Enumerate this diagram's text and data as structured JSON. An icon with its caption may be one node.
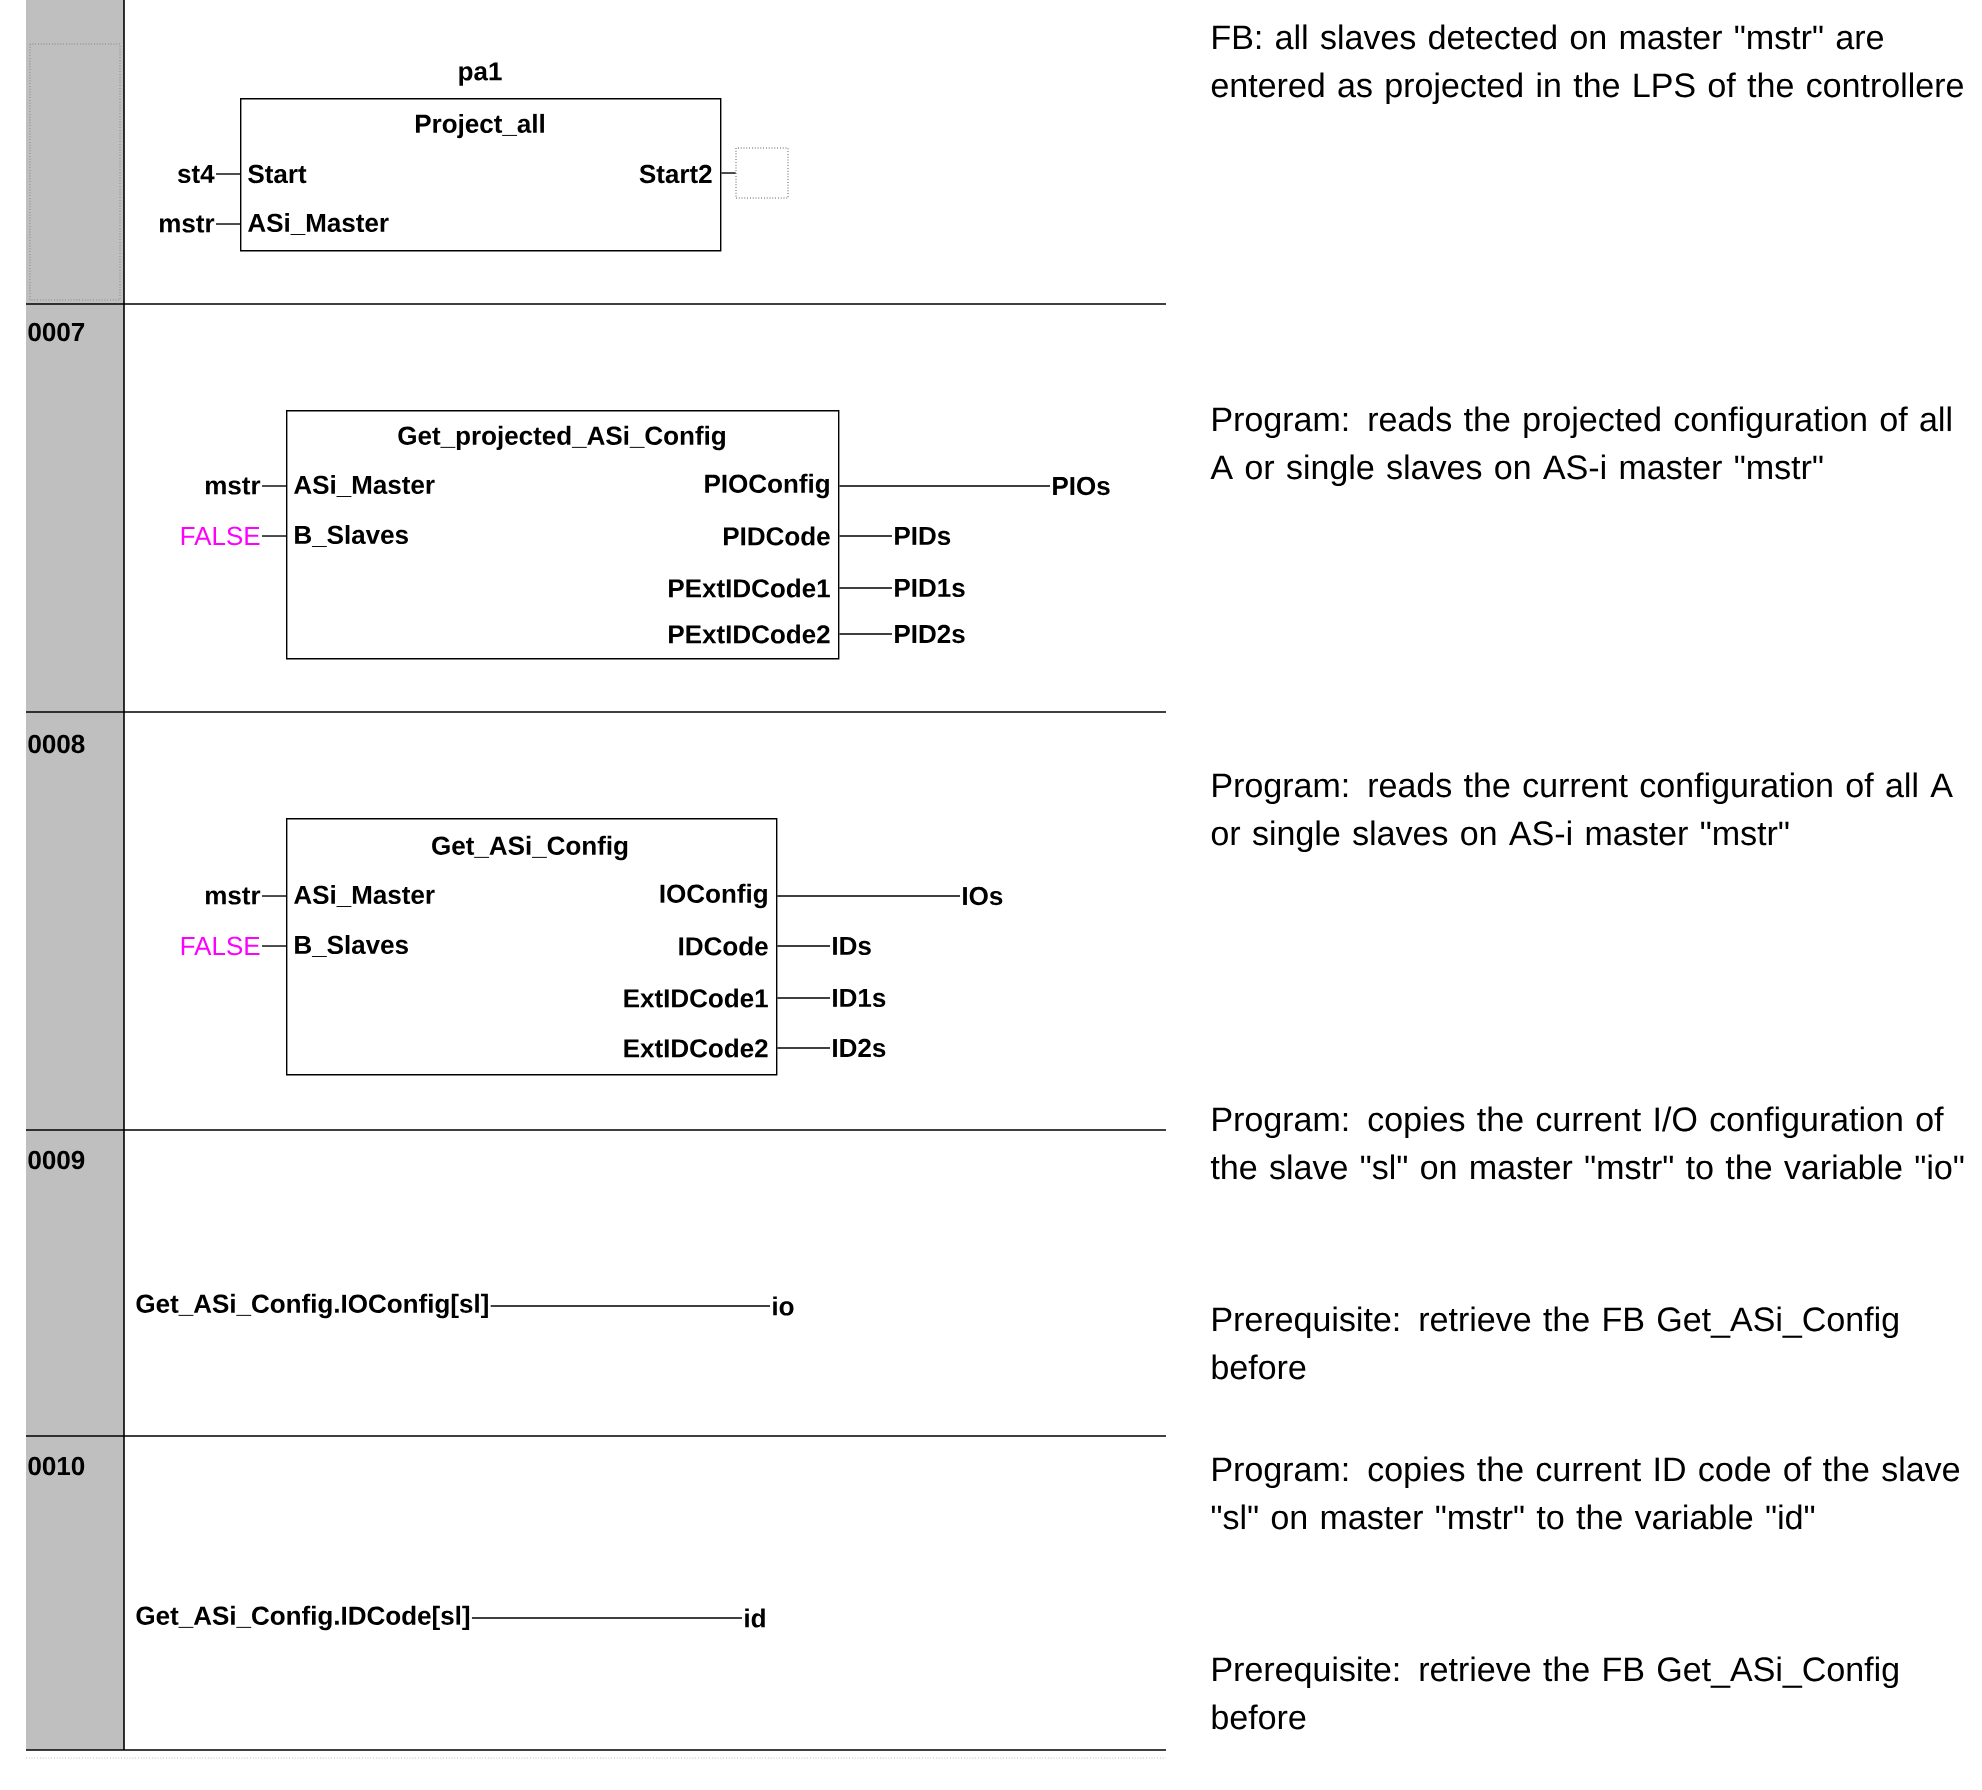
{
  "diagram": {
    "nodes": [
      {
        "text": [
          "pa1",
          "Project_all",
          "Start",
          "Start2",
          "ASi_Master"
        ]
      },
      {
        "text": [
          "st4"
        ]
      },
      {
        "text": [
          "mstr"
        ]
      },
      {
        "text": [],
        "shape": "box"
      },
      {
        "text": [
          "Get_projected_ASi_Config",
          "ASi_Master",
          "PIOConfig",
          "B_Slaves",
          "PIDCode",
          "PExtIDCode1",
          "PExtIDCode2"
        ]
      },
      {
        "text": [
          "mstr"
        ]
      },
      {
        "text": [
          "FALSE"
        ]
      },
      {
        "text": [
          "PIOs"
        ]
      },
      {
        "text": [
          "PIDs"
        ]
      },
      {
        "text": [
          "PID1s"
        ]
      },
      {
        "text": [
          "PID2s"
        ]
      },
      {
        "text": [
          "Get_ASi_Config",
          "ASi_Master",
          "IOConfig",
          "B_Slaves",
          "IDCode",
          "ExtIDCode1",
          "ExtIDCode2"
        ]
      },
      {
        "text": [
          "mstr"
        ]
      },
      {
        "text": [
          "FALSE"
        ]
      },
      {
        "text": [
          "IOs"
        ]
      },
      {
        "text": [
          "IDs"
        ]
      },
      {
        "text": [
          "ID1s"
        ]
      },
      {
        "text": [
          "ID2s"
        ]
      },
      {
        "text": [
          "Get_ASi_Config.IOConfig[sl]"
        ]
      },
      {
        "text": [
          "io"
        ]
      },
      {
        "text": [
          "Get_ASi_Config.IDCode[sl]"
        ]
      },
      {
        "text": [
          "id"
        ]
      }
    ],
    "edges": [
      {
        "from": 1,
        "to": 0,
        "arrow": "none"
      },
      {
        "from": 2,
        "to": 0,
        "arrow": "none"
      },
      {
        "from": 0,
        "to": 3,
        "arrow": "none"
      },
      {
        "from": 5,
        "to": 4,
        "arrow": "none"
      },
      {
        "from": 6,
        "to": 4,
        "arrow": "none"
      },
      {
        "from": 4,
        "to": 7,
        "arrow": "none"
      },
      {
        "from": 4,
        "to": 8,
        "arrow": "none"
      },
      {
        "from": 4,
        "to": 9,
        "arrow": "none"
      },
      {
        "from": 4,
        "to": 10,
        "arrow": "none"
      },
      {
        "from": 12,
        "to": 11,
        "arrow": "none"
      },
      {
        "from": 13,
        "to": 11,
        "arrow": "none"
      },
      {
        "from": 11,
        "to": 14,
        "arrow": "none"
      },
      {
        "from": 11,
        "to": 15,
        "arrow": "none"
      },
      {
        "from": 11,
        "to": 16,
        "arrow": "none"
      },
      {
        "from": 11,
        "to": 17,
        "arrow": "none"
      },
      {
        "from": 18,
        "to": 19,
        "arrow": "none"
      },
      {
        "from": 20,
        "to": 21,
        "arrow": "none"
      }
    ],
    "labels": [
      "FB: all slaves detected on master \"mstr\" are entered as projected in the LPS of the controllere",
      "0007",
      "Program: reads the projected configuration of all A or single slaves on AS-i master \"mstr\"",
      "0008",
      "Program: reads the current configuration of all A or single slaves on AS-i master \"mstr\"",
      "Program: copies the current I/O configuration of the slave \"sl\" on master \"mstr\" to the variable \"io\"",
      "0009",
      "Prerequisite: retrieve the FB Get_ASi_Config before",
      "0010",
      "Program: copies the current ID code of the slave \"sl\" on master \"mstr\" to the variable \"id\"",
      "Prerequisite: retrieve the FB Get_ASi_Config before"
    ]
  }
}
